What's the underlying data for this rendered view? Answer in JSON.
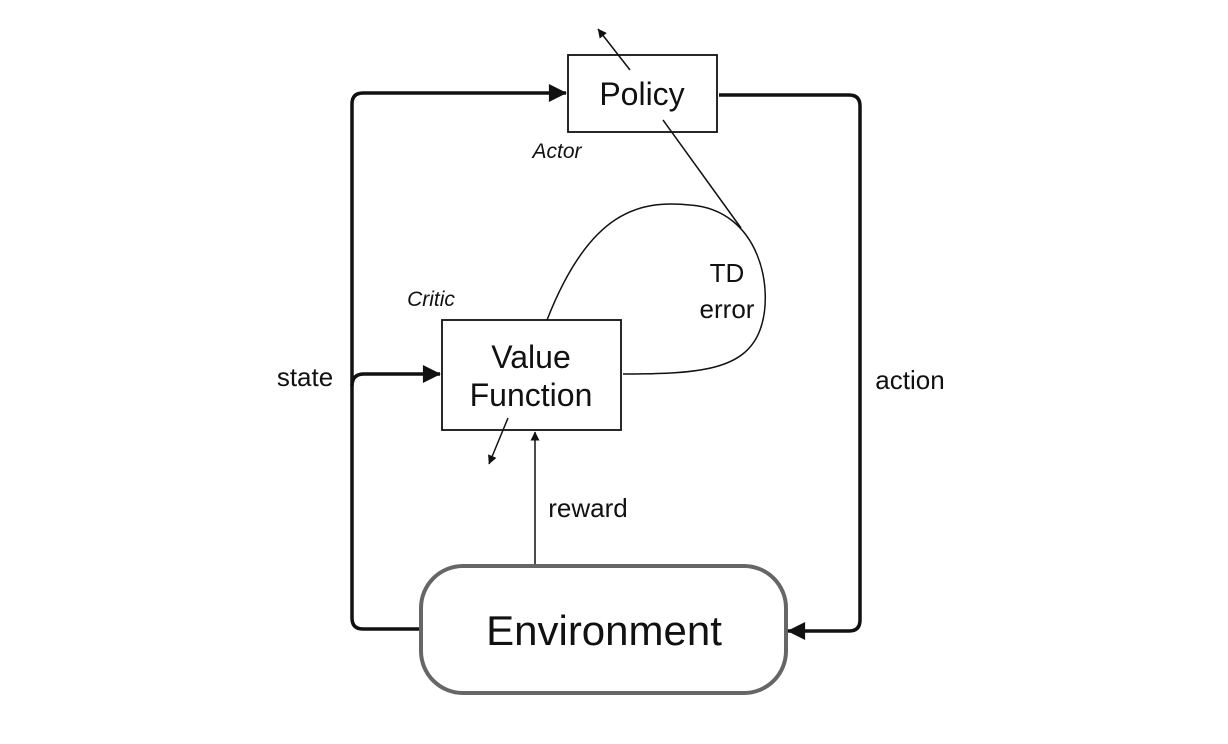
{
  "nodes": {
    "policy": {
      "label": "Policy",
      "role": "Actor"
    },
    "value_function": {
      "label_line1": "Value",
      "label_line2": "Function",
      "role": "Critic"
    },
    "environment": {
      "label": "Environment"
    }
  },
  "edges": {
    "state": "state",
    "action": "action",
    "reward": "reward",
    "td_error_line1": "TD",
    "td_error_line2": "error"
  },
  "colors": {
    "stroke": "#111111",
    "environment_border": "#666666",
    "background": "#ffffff"
  }
}
